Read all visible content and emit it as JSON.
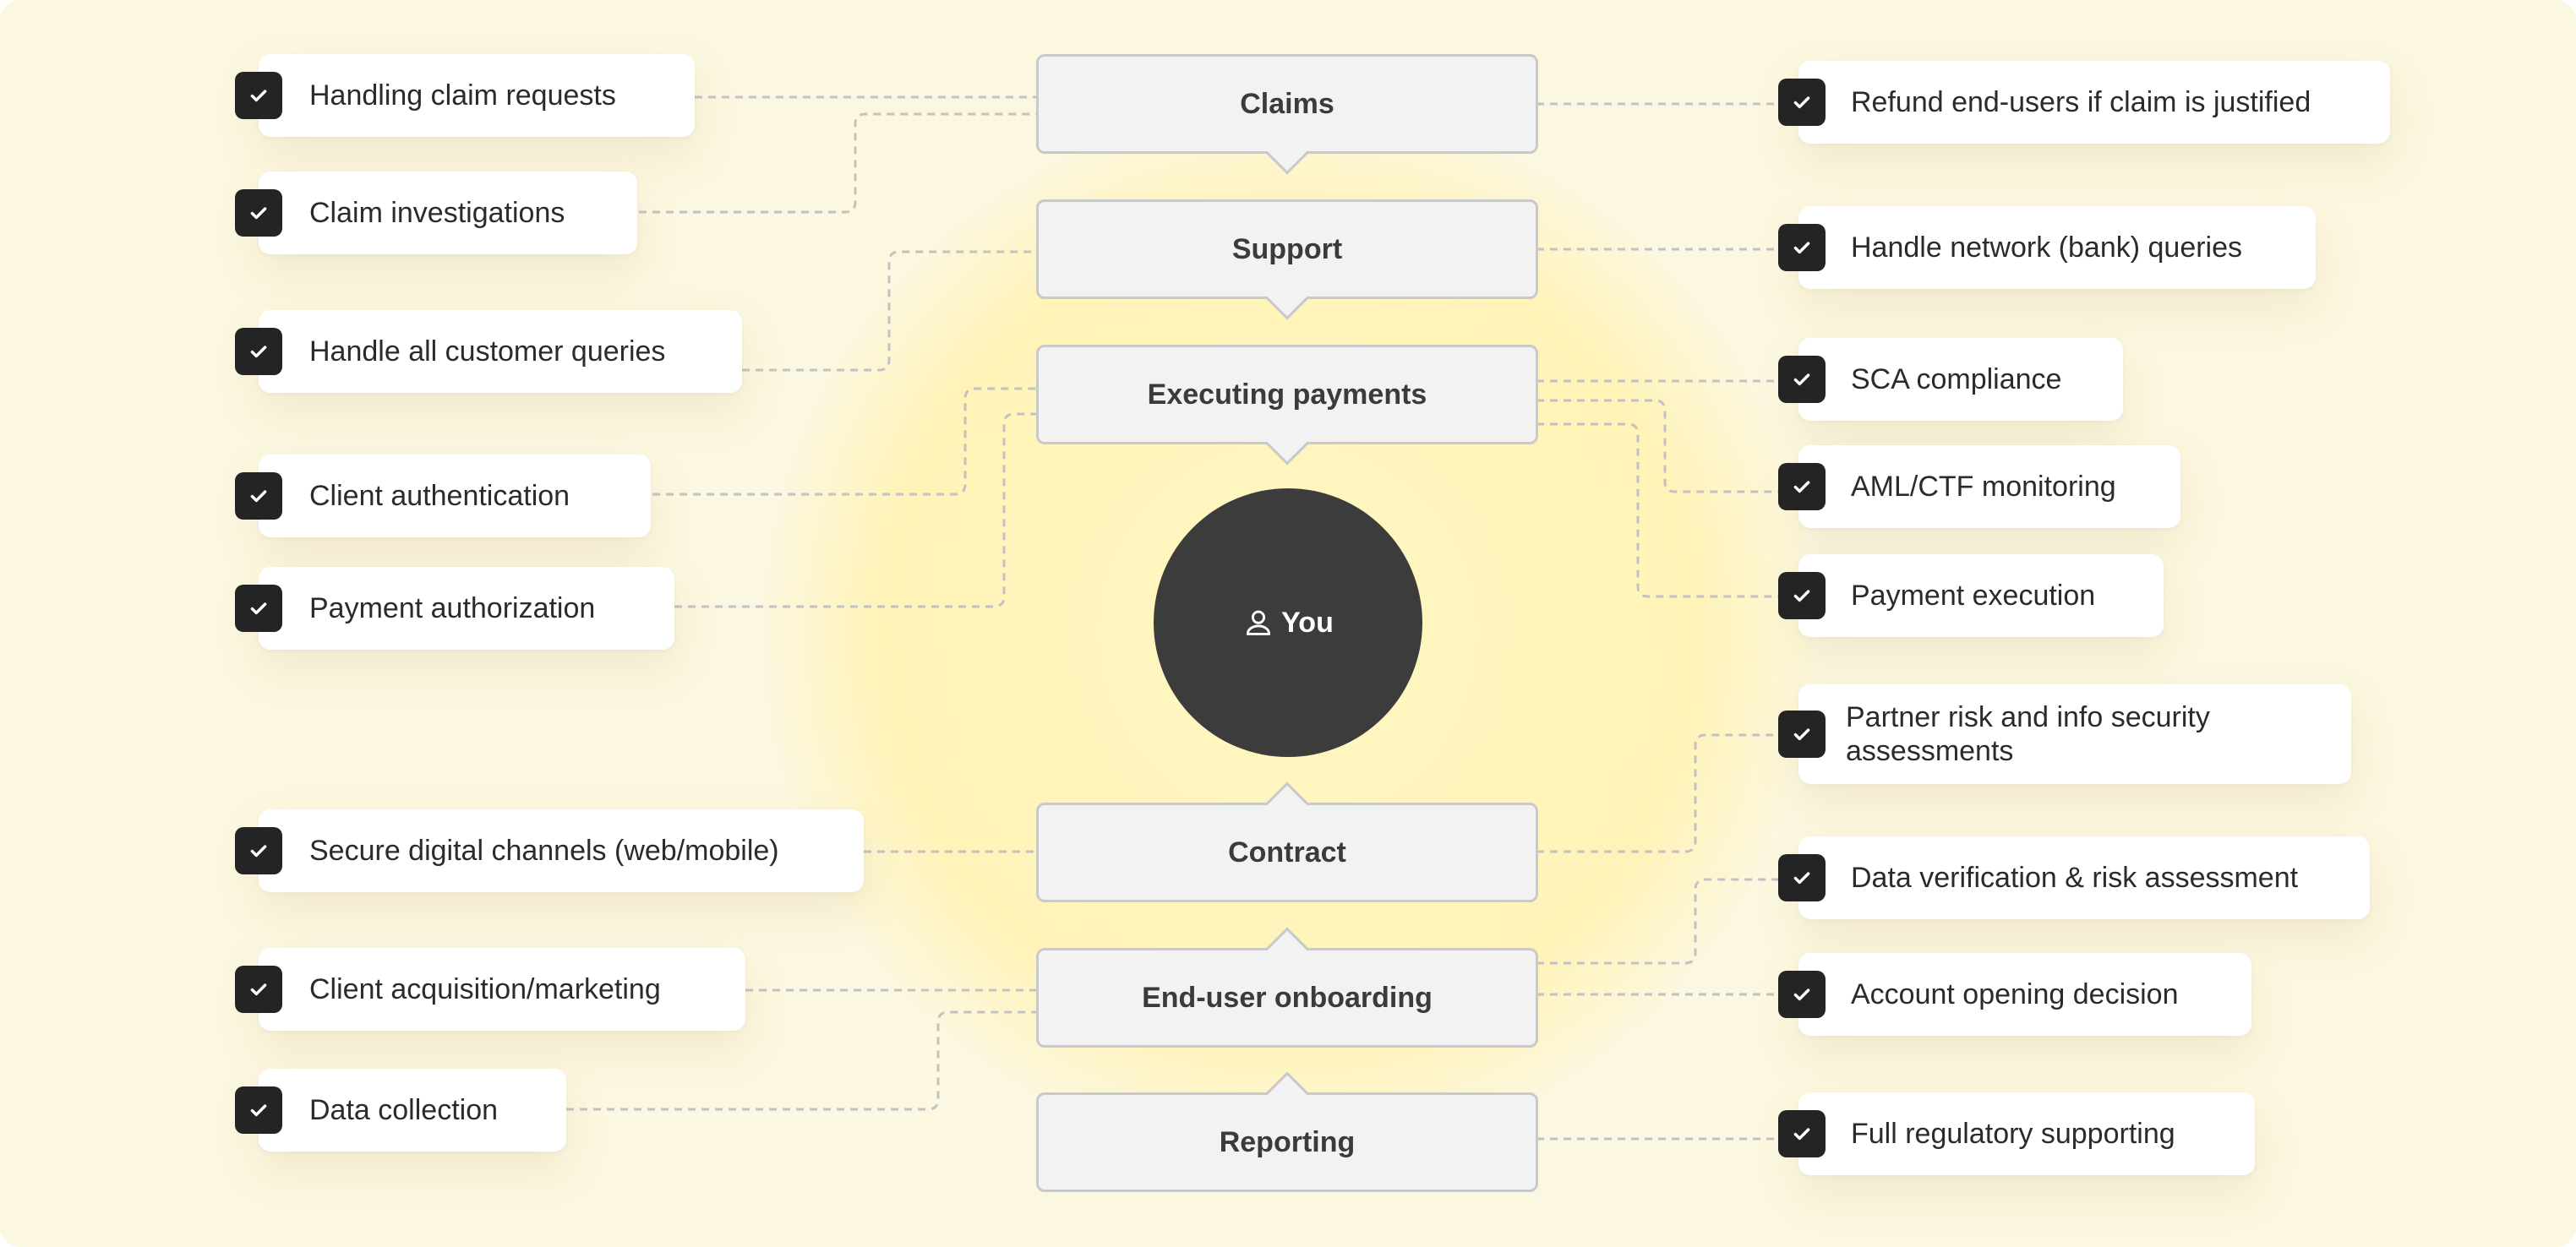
{
  "center": {
    "label": "You",
    "icon": "user-icon"
  },
  "stages": [
    {
      "id": "claims",
      "label": "Claims"
    },
    {
      "id": "support",
      "label": "Support"
    },
    {
      "id": "executing-payments",
      "label": "Executing payments"
    },
    {
      "id": "contract",
      "label": "Contract"
    },
    {
      "id": "end-user-onboarding",
      "label": "End-user onboarding"
    },
    {
      "id": "reporting",
      "label": "Reporting"
    }
  ],
  "left_items": [
    {
      "label": "Handling claim requests",
      "stage": "Claims"
    },
    {
      "label": "Claim investigations",
      "stage": "Claims"
    },
    {
      "label": "Handle all customer queries",
      "stage": "Support"
    },
    {
      "label": "Client authentication",
      "stage": "Executing payments"
    },
    {
      "label": "Payment authorization",
      "stage": "Executing payments"
    },
    {
      "label": "Secure digital channels (web/mobile)",
      "stage": "Contract"
    },
    {
      "label": "Client acquisition/marketing",
      "stage": "End-user onboarding"
    },
    {
      "label": "Data collection",
      "stage": "End-user onboarding"
    }
  ],
  "right_items": [
    {
      "label": "Refund end-users if claim is justified",
      "stage": "Claims"
    },
    {
      "label": "Handle network (bank) queries",
      "stage": "Support"
    },
    {
      "label": "SCA compliance",
      "stage": "Executing payments"
    },
    {
      "label": "AML/CTF monitoring",
      "stage": "Executing payments"
    },
    {
      "label": "Payment execution",
      "stage": "Executing payments"
    },
    {
      "label": "Partner risk and info security assessments",
      "stage": "Contract"
    },
    {
      "label": "Data verification & risk assessment",
      "stage": "End-user onboarding"
    },
    {
      "label": "Account opening decision",
      "stage": "End-user onboarding"
    },
    {
      "label": "Full regulatory supporting",
      "stage": "Reporting"
    }
  ],
  "colors": {
    "background": "#fcf7e0",
    "glow": "#fff3b8",
    "stage_fill": "#f2f2f2",
    "stage_border": "#c9c9c9",
    "center_fill": "#3c3c3c",
    "check_fill": "#242424",
    "connector": "#c2c2c2"
  },
  "icons": {
    "check": "check-icon"
  }
}
